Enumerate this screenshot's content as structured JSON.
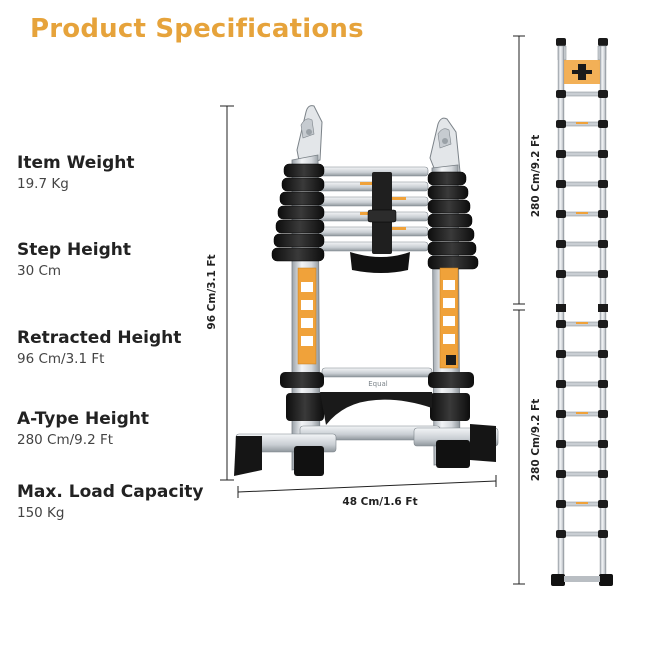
{
  "title": "Product Specifications",
  "specs": [
    {
      "label": "Item Weight",
      "value": "19.7 Kg"
    },
    {
      "label": "Step Height",
      "value": "30 Cm"
    },
    {
      "label": "Retracted Height",
      "value": "96 Cm/3.1 Ft"
    },
    {
      "label": "A-Type Height",
      "value": "280 Cm/9.2 Ft"
    },
    {
      "label": "Max. Load Capacity",
      "value": "150 Kg"
    }
  ],
  "dimensions": {
    "height": "96 Cm/3.1 Ft",
    "width": "48 Cm/1.6 Ft",
    "upper_section": "280 Cm/9.2 Ft",
    "lower_section": "280 Cm/9.2 Ft"
  },
  "ladder_brand": "Equal",
  "colors": {
    "title": "#e6a33b",
    "accent_orange": "#f0a23a",
    "rail_silver": "#d9dde1",
    "dark": "#1c1c1c"
  }
}
